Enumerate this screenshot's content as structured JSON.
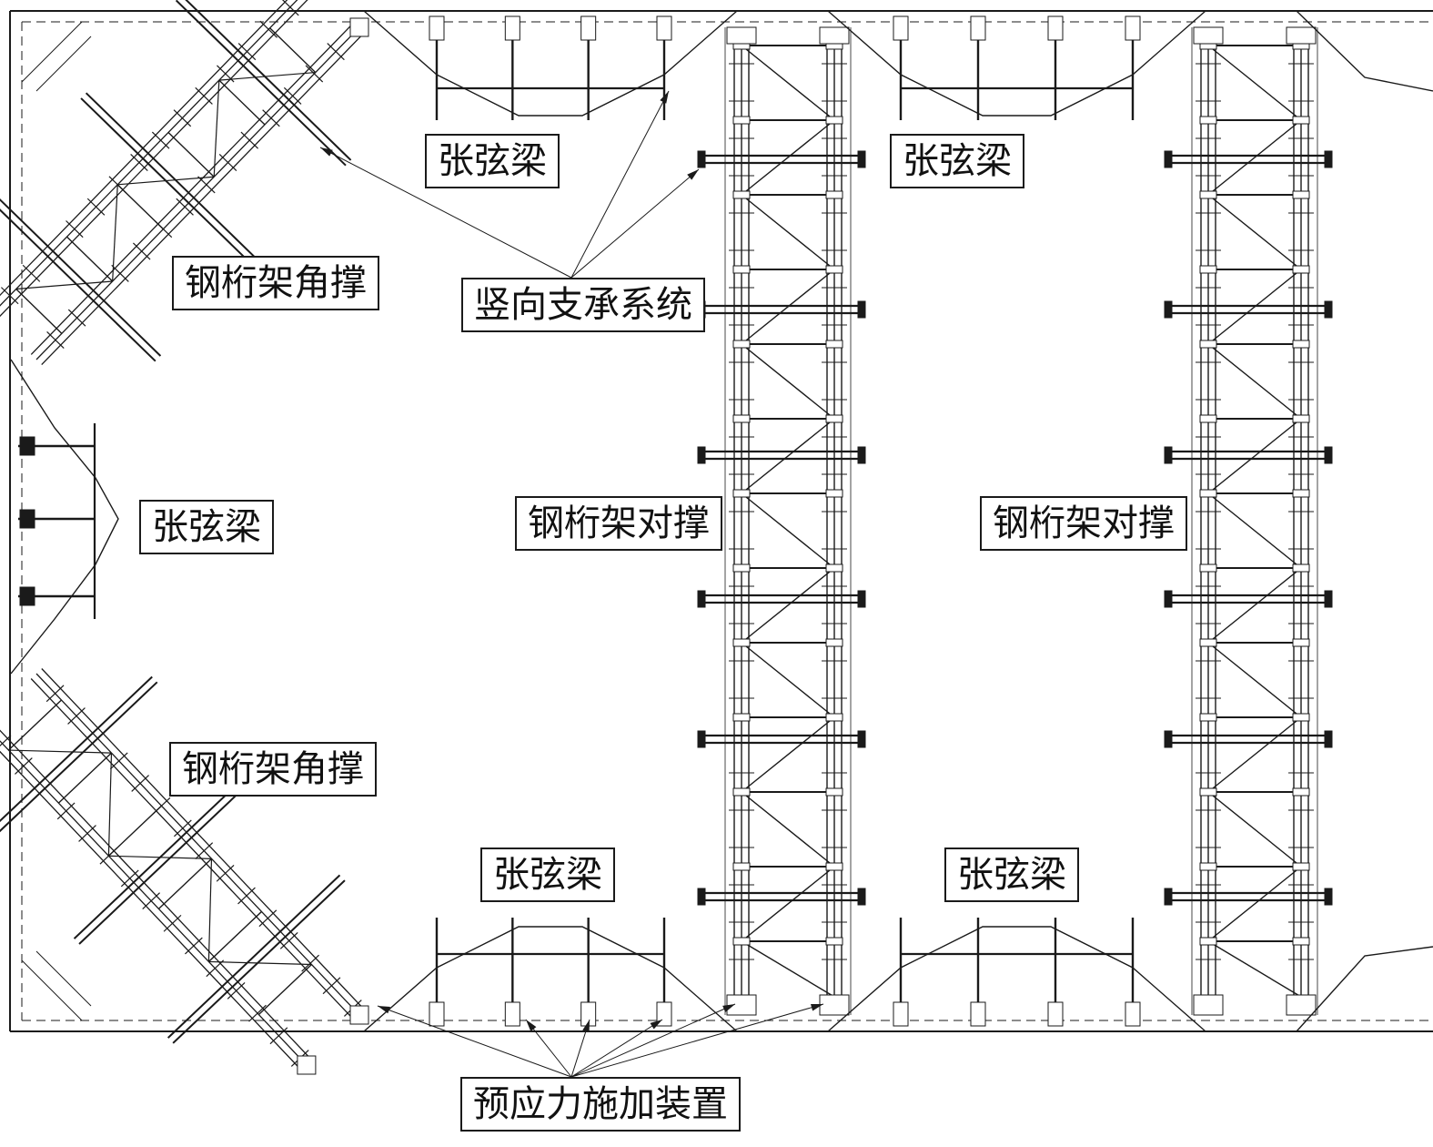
{
  "colors": {
    "ink": "#1a1a1a",
    "paper": "#ffffff",
    "thin": "#555555"
  },
  "labels": {
    "cable_beam_top_left": "张弦梁",
    "cable_beam_top_right": "张弦梁",
    "cable_beam_left": "张弦梁",
    "cable_beam_bottom_left": "张弦梁",
    "cable_beam_bottom_right": "张弦梁",
    "corner_brace_upper": "钢桁架角撑",
    "corner_brace_lower": "钢桁架角撑",
    "vertical_support": "竖向支承系统",
    "truss_strut_left": "钢桁架对撑",
    "truss_strut_right": "钢桁架对撑",
    "prestress_device": "预应力施加装置"
  }
}
